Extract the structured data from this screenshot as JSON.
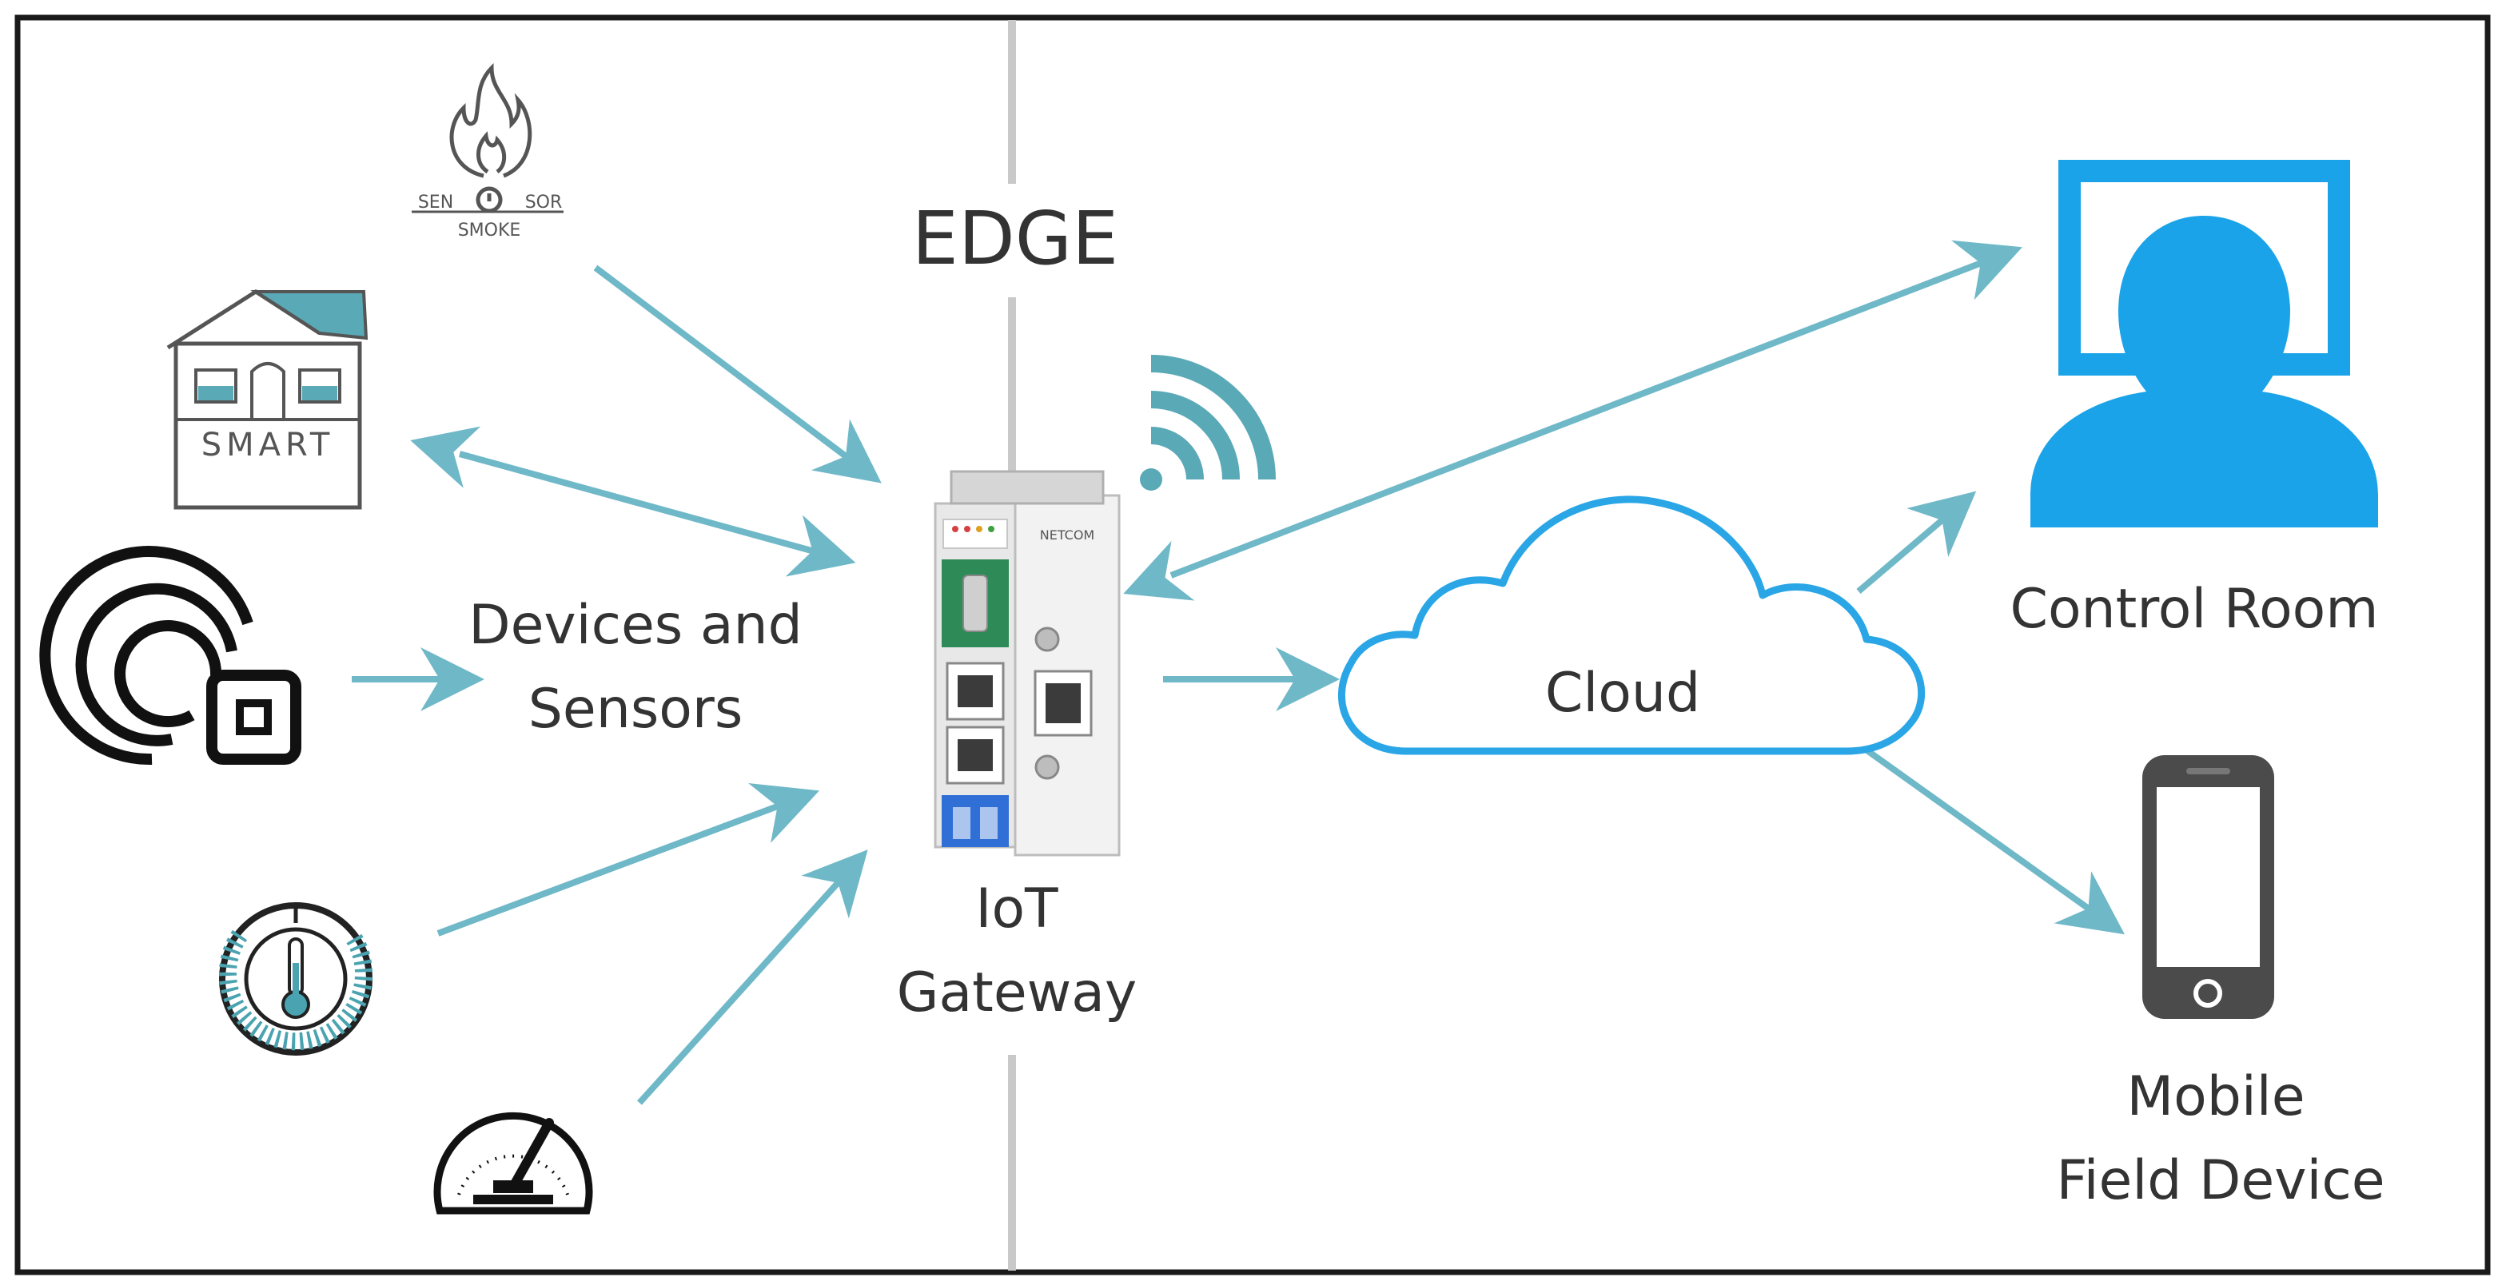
{
  "labels": {
    "edge": "EDGE",
    "devices_line1": "Devices and",
    "devices_line2": "Sensors",
    "gateway_line1": "IoT",
    "gateway_line2": "Gateway",
    "cloud": "Cloud",
    "control_room": "Control Room",
    "mobile_line1": "Mobile",
    "mobile_line2": "Field Device"
  },
  "icons": {
    "smoke_sensor": {
      "name": "smoke-sensor-icon",
      "text_top_left": "SEN",
      "text_top_right": "SOR",
      "text_bottom": "SMOKE"
    },
    "smart_home": {
      "name": "smart-home-icon",
      "text": "SMART"
    },
    "proximity_sensor": {
      "name": "proximity-sensor-icon"
    },
    "thermometer_gauge": {
      "name": "thermometer-gauge-icon"
    },
    "pressure_gauge": {
      "name": "pressure-gauge-icon"
    },
    "wifi_signal": {
      "name": "wifi-signal-icon"
    },
    "gateway_device": {
      "name": "gateway-device-icon",
      "brand": "NETCOM"
    },
    "control_room_monitor": {
      "name": "operator-monitor-icon"
    },
    "smartphone": {
      "name": "smartphone-icon"
    }
  },
  "colors": {
    "arrow": "#6fb8c8",
    "accent_blue": "#1aa3e8",
    "cloud_stroke": "#2aa6e6",
    "text": "#333333",
    "edge_line": "#c9c9c9",
    "phone": "#4b4b4b",
    "gauge_teal": "#4aa3b0"
  }
}
